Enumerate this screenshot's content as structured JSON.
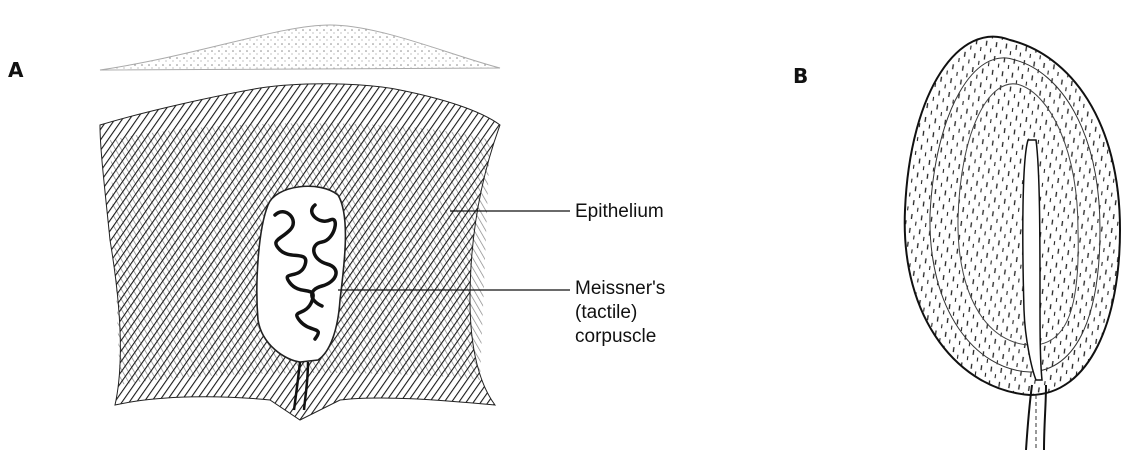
{
  "panels": {
    "a_letter": "A",
    "b_letter": "B"
  },
  "labels": {
    "epithelium": "Epithelium",
    "meissner": "Meissner's\n(tactile)\ncorpuscle"
  },
  "colors": {
    "ink": "#111111",
    "hatching": "#2a2a2a",
    "light_skin": "#bdbdbd"
  }
}
